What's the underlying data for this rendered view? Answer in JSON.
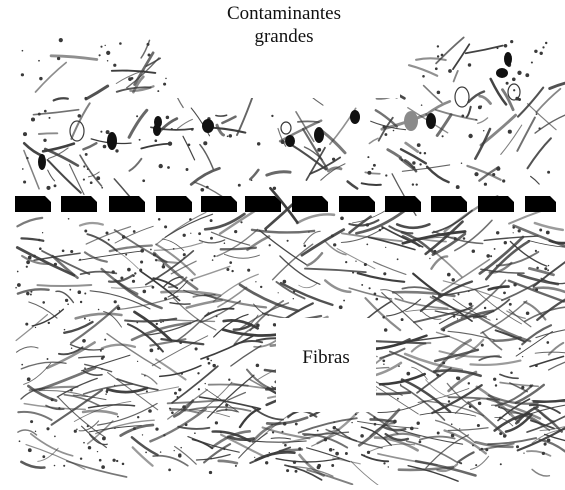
{
  "labels": {
    "contaminants_line1": "Contaminantes",
    "contaminants_line2": "grandes",
    "fibers": "Fibras"
  },
  "colors": {
    "background": "#ffffff",
    "ink": "#111111",
    "fiber": "#3a3a3a",
    "screen_bar": "#000000",
    "gray_particle": "#8a8a8a"
  }
}
